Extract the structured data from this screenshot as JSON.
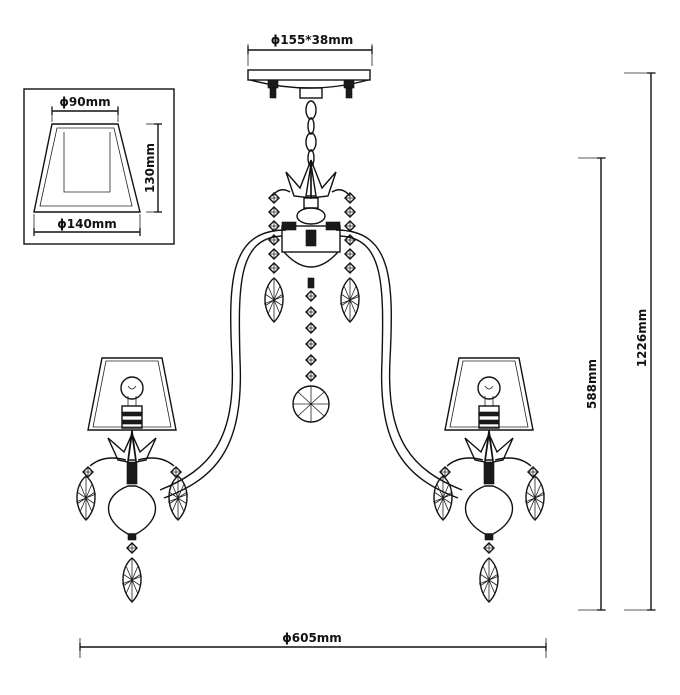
{
  "dimensions": {
    "canopy": "ϕ155*38mm",
    "shade_top": "ϕ90mm",
    "shade_bottom": "ϕ140mm",
    "shade_height": "130mm",
    "body_height": "588mm",
    "total_height": "1226mm",
    "width": "ϕ605mm"
  }
}
